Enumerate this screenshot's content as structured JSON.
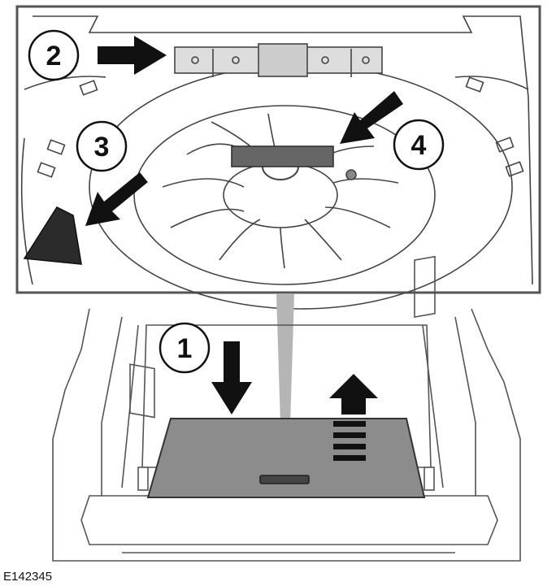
{
  "figure": {
    "callouts": [
      "1",
      "2",
      "3",
      "4"
    ],
    "figure_code": "E142345"
  },
  "colors": {
    "line": "#444444",
    "floor_panel": "#8c8c8c",
    "arrow": "#111111",
    "background": "#ffffff"
  },
  "icons": [
    "down-arrow-icon",
    "up-arrow-icon",
    "right-arrow-icon",
    "diagonal-arrow-icon"
  ]
}
